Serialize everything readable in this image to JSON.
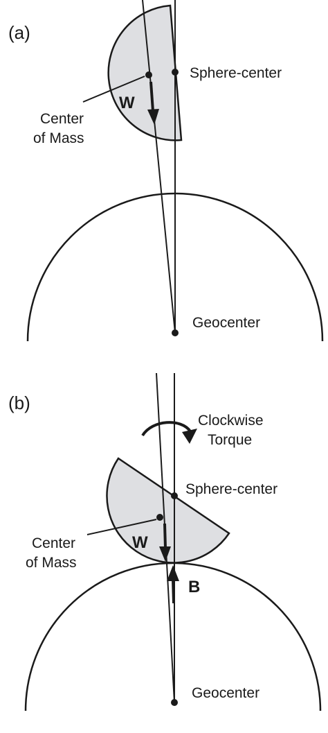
{
  "colors": {
    "ink": "#1a1a1a",
    "body_fill": "#dedfe2",
    "background": "#ffffff"
  },
  "panel_a": {
    "label": "(a)",
    "sphere_center_label": "Sphere-center",
    "center_of_mass_label_line1": "Center",
    "center_of_mass_label_line2": "of Mass",
    "weight_label": "W",
    "geocenter_label": "Geocenter"
  },
  "panel_b": {
    "label": "(b)",
    "torque_label_line1": "Clockwise",
    "torque_label_line2": "Torque",
    "sphere_center_label": "Sphere-center",
    "center_of_mass_label_line1": "Center",
    "center_of_mass_label_line2": "of Mass",
    "weight_label": "W",
    "buoyancy_label": "B",
    "geocenter_label": "Geocenter"
  }
}
